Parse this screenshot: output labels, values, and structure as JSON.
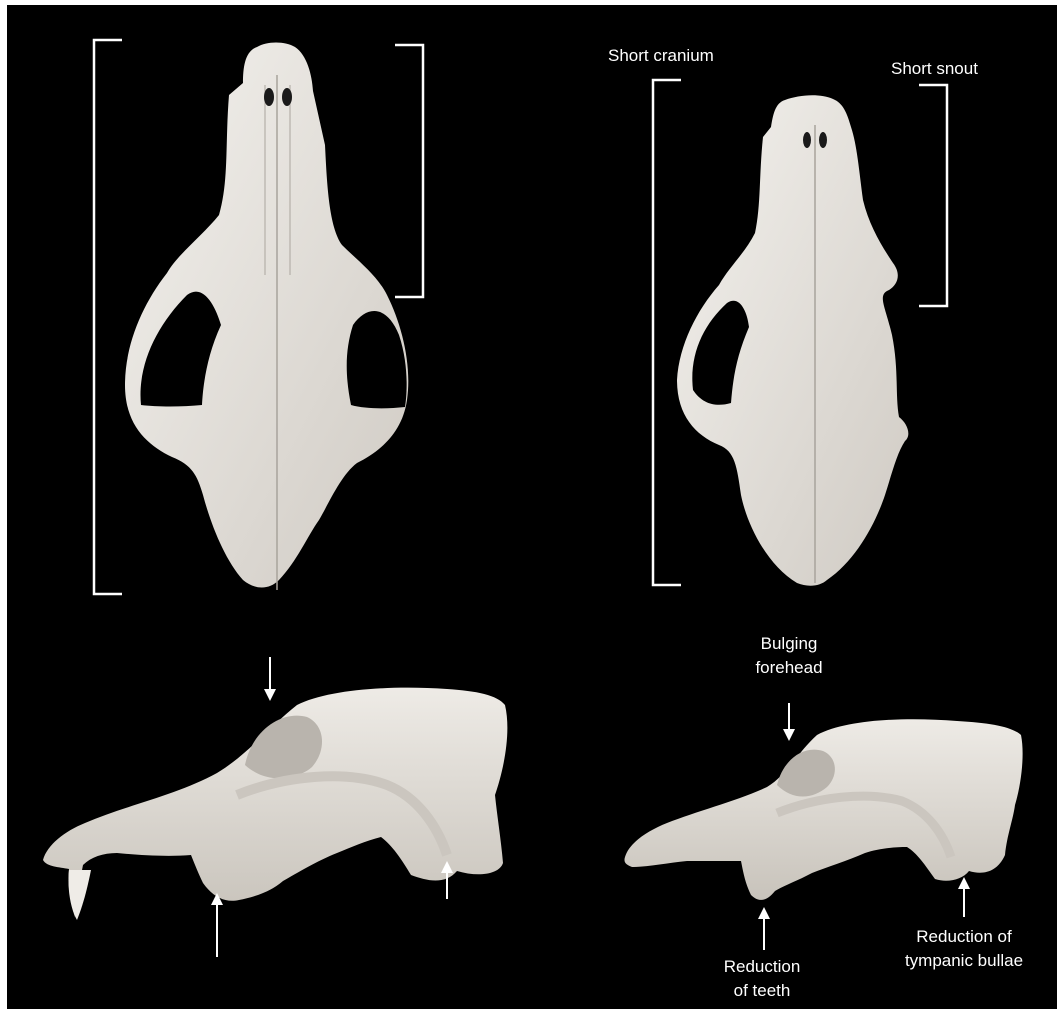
{
  "colors": {
    "background": "#000000",
    "bone": "#e9e6e1",
    "bone_shadow": "#bdb8b1",
    "marker": "#ffffff"
  },
  "labels": {
    "short_cranium": "Short cranium",
    "short_snout": "Short snout",
    "bulging_forehead_line1": "Bulging",
    "bulging_forehead_line2": "forehead",
    "reduction_teeth_line1": "Reduction",
    "reduction_teeth_line2": "of teeth",
    "reduction_bullae_line1": "Reduction of",
    "reduction_bullae_line2": "tympanic bullae"
  }
}
